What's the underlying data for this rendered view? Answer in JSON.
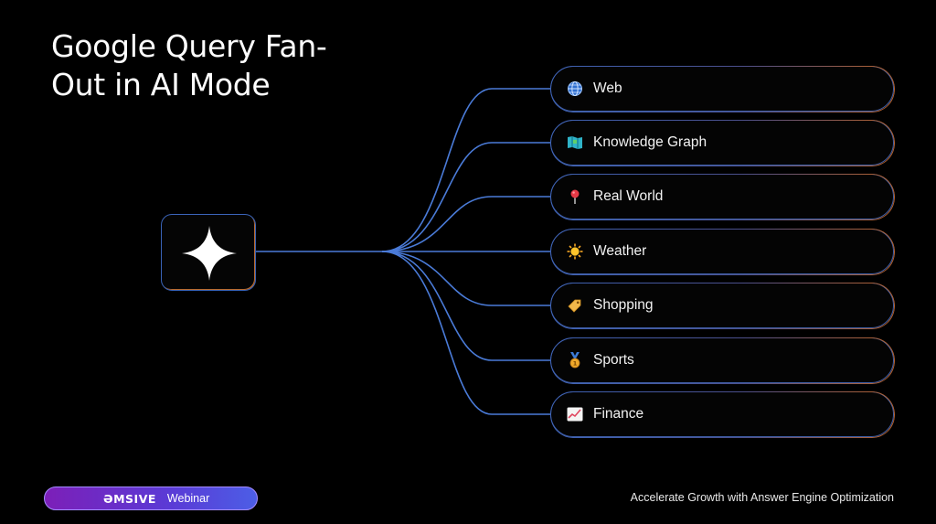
{
  "title": "Google Query Fan-Out in AI Mode",
  "hub": {
    "icon": "sparkle-icon"
  },
  "nodes": [
    {
      "label": "Web",
      "icon": "globe-icon"
    },
    {
      "label": "Knowledge Graph",
      "icon": "map-icon"
    },
    {
      "label": "Real World",
      "icon": "pushpin-icon"
    },
    {
      "label": "Weather",
      "icon": "sun-icon"
    },
    {
      "label": "Shopping",
      "icon": "tag-icon"
    },
    {
      "label": "Sports",
      "icon": "medal-icon"
    },
    {
      "label": "Finance",
      "icon": "chart-increasing-icon"
    }
  ],
  "badge": {
    "brand": "ƏMSIVE",
    "label": "Webinar"
  },
  "footer": "Accelerate Growth with Answer Engine Optimization",
  "colors": {
    "line": "#4a7bd8",
    "accent_orange": "#c0682b",
    "badge_purple": "#7c1fb8",
    "badge_blue": "#4c5ee6"
  }
}
